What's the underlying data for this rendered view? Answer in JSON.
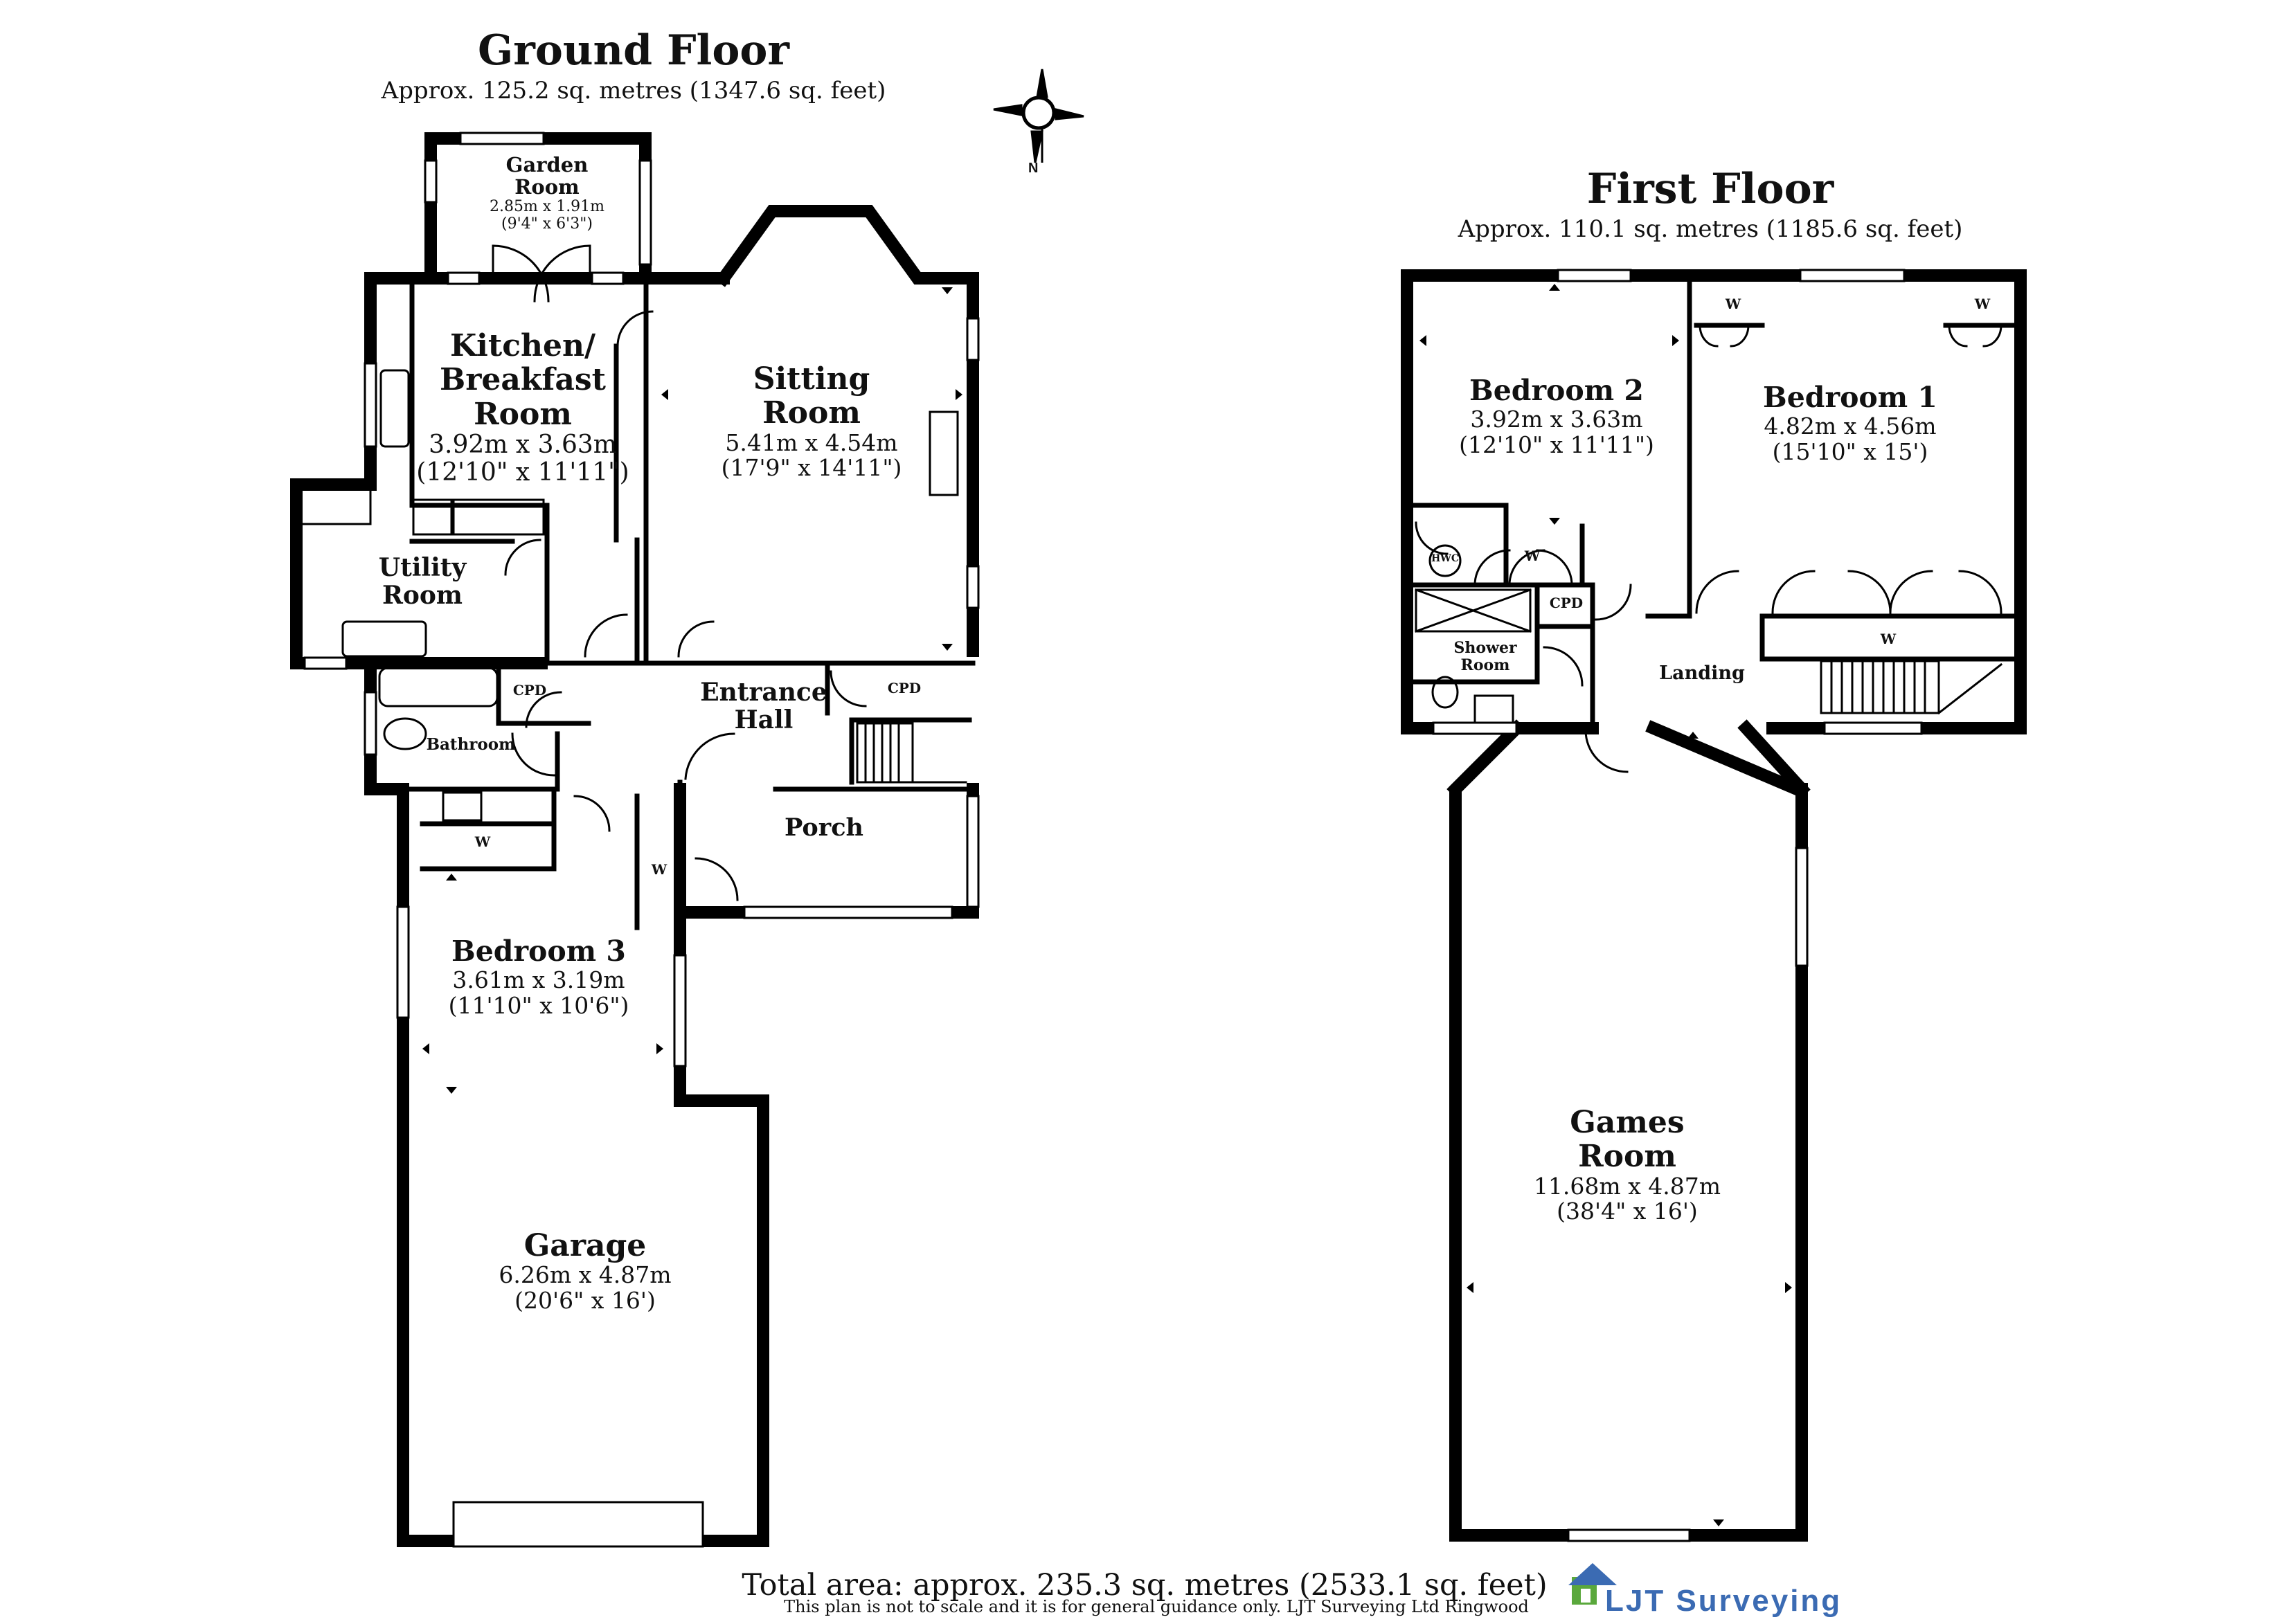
{
  "ground_floor": {
    "title": "Ground Floor",
    "area": "Approx. 125.2 sq. metres (1347.6 sq. feet)",
    "rooms": {
      "garden_room": {
        "name_1": "Garden",
        "name_2": "Room",
        "metric": "2.85m x 1.91m",
        "imperial": "(9'4\" x 6'3\")"
      },
      "kitchen": {
        "name_1": "Kitchen/",
        "name_2": "Breakfast",
        "name_3": "Room",
        "metric": "3.92m x 3.63m",
        "imperial": "(12'10\" x 11'11\")"
      },
      "sitting_room": {
        "name_1": "Sitting",
        "name_2": "Room",
        "metric": "5.41m x 4.54m",
        "imperial": "(17'9\" x 14'11\")"
      },
      "utility_room": {
        "name_1": "Utility",
        "name_2": "Room"
      },
      "entrance_hall": {
        "name_1": "Entrance",
        "name_2": "Hall"
      },
      "bathroom": {
        "name": "Bathroom"
      },
      "porch": {
        "name": "Porch"
      },
      "bedroom_3": {
        "name": "Bedroom 3",
        "metric": "3.61m x 3.19m",
        "imperial": "(11'10\" x 10'6\")"
      },
      "garage": {
        "name": "Garage",
        "metric": "6.26m x 4.87m",
        "imperial": "(20'6\" x 16')"
      }
    },
    "cupboards": {
      "cpd_left": "CPD",
      "cpd_right": "CPD",
      "w_bath": "W",
      "w_hall": "W"
    }
  },
  "first_floor": {
    "title": "First Floor",
    "area": "Approx. 110.1 sq. metres (1185.6 sq. feet)",
    "rooms": {
      "bedroom_2": {
        "name": "Bedroom 2",
        "metric": "3.92m x 3.63m",
        "imperial": "(12'10\" x 11'11\")"
      },
      "bedroom_1": {
        "name": "Bedroom 1",
        "metric": "4.82m x 4.56m",
        "imperial": "(15'10\" x 15')"
      },
      "shower_room": {
        "name_1": "Shower",
        "name_2": "Room"
      },
      "landing": {
        "name": "Landing"
      },
      "games_room": {
        "name_1": "Games",
        "name_2": "Room",
        "metric": "11.68m x 4.87m",
        "imperial": "(38'4\" x 16')"
      }
    },
    "cupboards": {
      "hwc": "HWC",
      "cpd": "CPD",
      "w_bed2": "W",
      "w_bed1_left": "W",
      "w_bed1_right": "W",
      "w_bed1_bottom": "W"
    }
  },
  "compass": {
    "label": "N"
  },
  "footer": {
    "total_area": "Total area: approx. 235.3 sq. metres (2533.1 sq. feet)",
    "disclaimer": "This plan is not to scale and it is for general guidance only. LJT Surveying Ltd Ringwood"
  },
  "logo": {
    "text": "LJT Surveying",
    "color_primary": "#3b6bb3",
    "color_secondary": "#5aa83c"
  },
  "colors": {
    "wall": "#000000",
    "window": "#ffffff",
    "background": "#ffffff"
  }
}
